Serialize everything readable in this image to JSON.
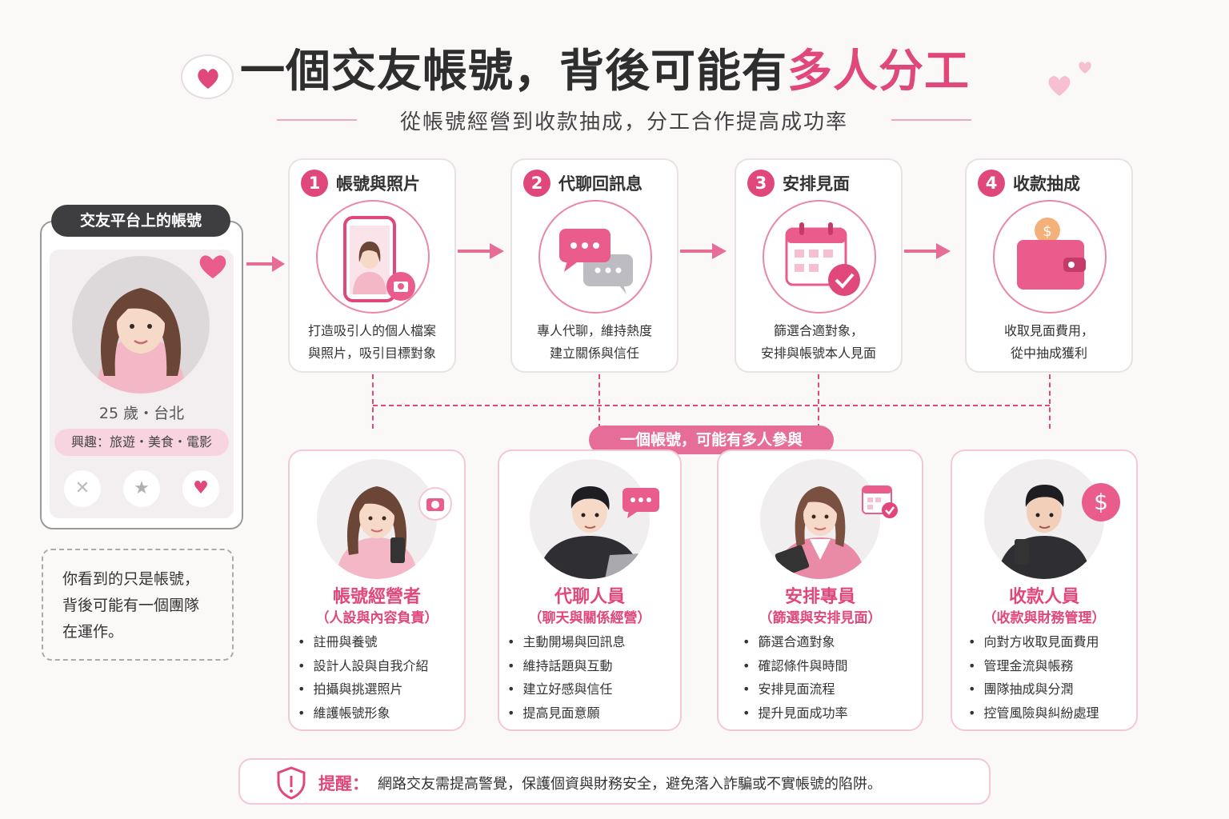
{
  "header": {
    "title_main": "一個交友帳號，背後可能有",
    "title_highlight": "多人分工",
    "subtitle": "從帳號經營到收款抽成，分工合作提高成功率"
  },
  "colors": {
    "accent": "#e0487c",
    "accent_light": "#f8d4e0",
    "dark": "#3e3e40",
    "background": "#fbf8f8"
  },
  "profile": {
    "tag": "交友平台上的帳號",
    "age_city": "25 歲・台北",
    "interests": "興趣：旅遊・美食・電影",
    "buttons": [
      "close-icon",
      "star-icon",
      "heart-icon"
    ]
  },
  "note": {
    "line1": "你看到的只是帳號，",
    "line2": "背後可能有一個團隊",
    "line3": "在運作。"
  },
  "steps": [
    {
      "num": "1",
      "title": "帳號與照片",
      "desc1": "打造吸引人的個人檔案",
      "desc2": "與照片，吸引目標對象",
      "icon": "phone-photo-icon"
    },
    {
      "num": "2",
      "title": "代聊回訊息",
      "desc1": "專人代聊，維持熱度",
      "desc2": "建立關係與信任",
      "icon": "chat-bubbles-icon"
    },
    {
      "num": "3",
      "title": "安排見面",
      "desc1": "篩選合適對象，",
      "desc2": "安排與帳號本人見面",
      "icon": "calendar-check-icon"
    },
    {
      "num": "4",
      "title": "收款抽成",
      "desc1": "收取見面費用，",
      "desc2": "從中抽成獲利",
      "icon": "wallet-coin-icon"
    }
  ],
  "center_label": "一個帳號，可能有多人參與",
  "roles": [
    {
      "title": "帳號經營者",
      "sub": "（人設與內容負責）",
      "items": [
        "註冊與養號",
        "設計人設與自我介紹",
        "拍攝與挑選照片",
        "維護帳號形象"
      ]
    },
    {
      "title": "代聊人員",
      "sub": "（聊天與關係經營）",
      "items": [
        "主動開場與回訊息",
        "維持話題與互動",
        "建立好感與信任",
        "提高見面意願"
      ]
    },
    {
      "title": "安排專員",
      "sub": "（篩選與安排見面）",
      "items": [
        "篩選合適對象",
        "確認條件與時間",
        "安排見面流程",
        "提升見面成功率"
      ]
    },
    {
      "title": "收款人員",
      "sub": "（收款與財務管理）",
      "items": [
        "向對方收取見面費用",
        "管理金流與帳務",
        "團隊抽成與分潤",
        "控管風險與糾紛處理"
      ]
    }
  ],
  "reminder": {
    "label": "提醒：",
    "text": "網路交友需提高警覺，保護個資與財務安全，避免落入詐騙或不實帳號的陷阱。"
  }
}
